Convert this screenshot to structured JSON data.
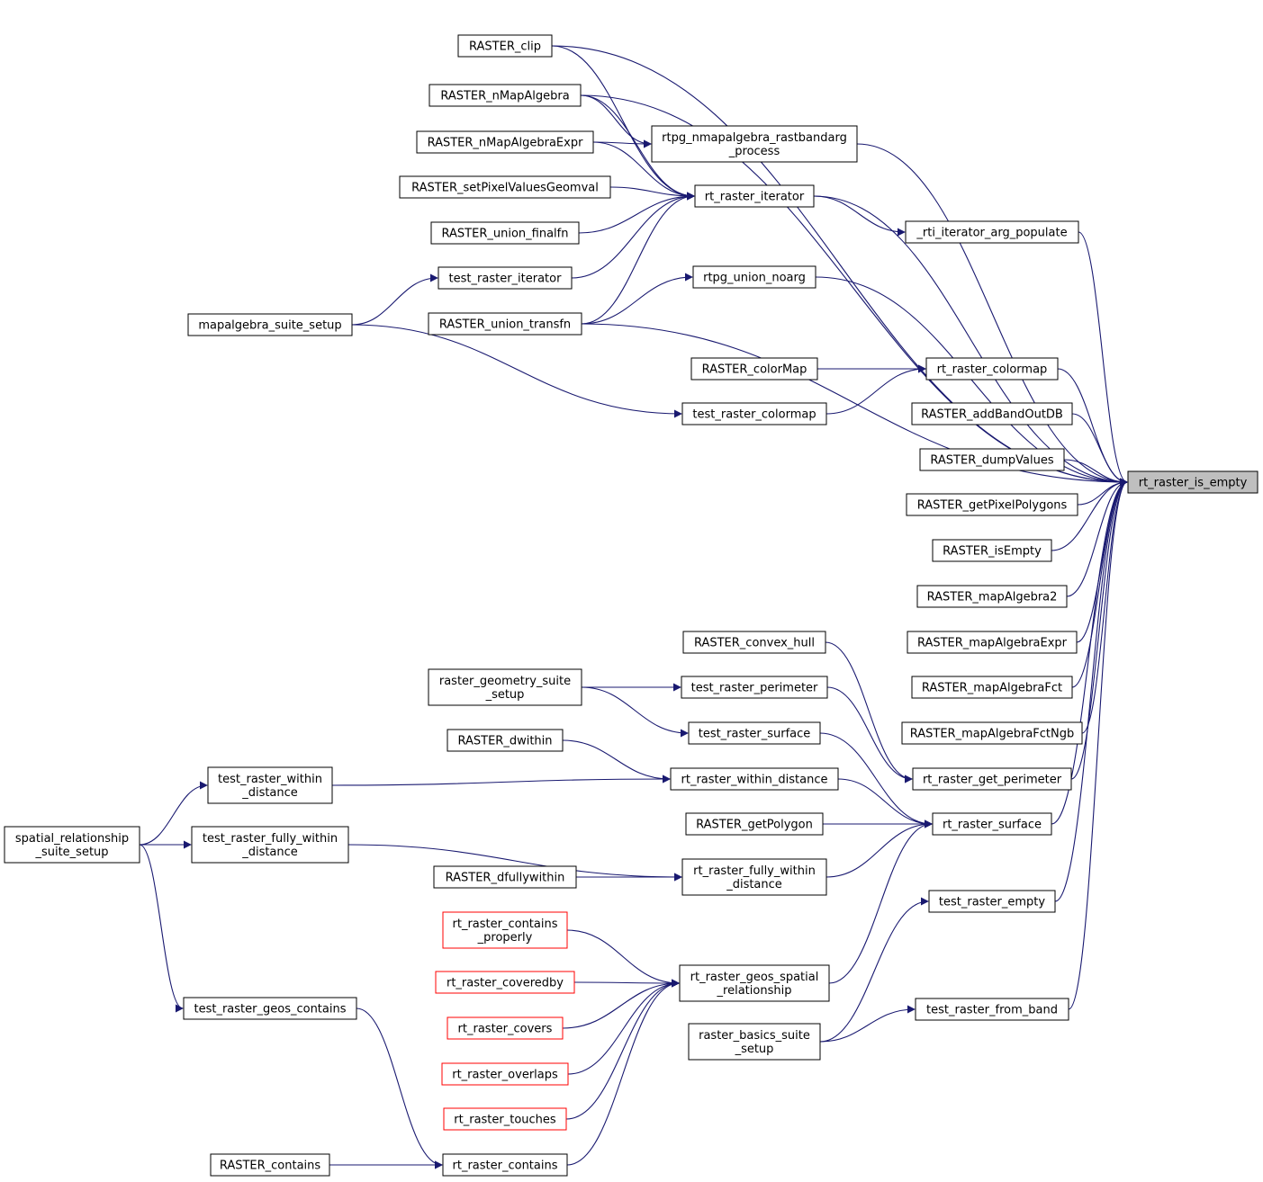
{
  "graph": {
    "nodes": [
      {
        "id": "is_empty",
        "lines": [
          "rt_raster_is_empty"
        ],
        "focus": true
      },
      {
        "id": "clip",
        "lines": [
          "RASTER_clip"
        ]
      },
      {
        "id": "nMapAlgebra",
        "lines": [
          "RASTER_nMapAlgebra"
        ]
      },
      {
        "id": "nMapAlgebraExpr",
        "lines": [
          "RASTER_nMapAlgebraExpr"
        ]
      },
      {
        "id": "setPixelValuesGeomval",
        "lines": [
          "RASTER_setPixelValuesGeomval"
        ]
      },
      {
        "id": "union_finalfn",
        "lines": [
          "RASTER_union_finalfn"
        ]
      },
      {
        "id": "test_raster_iterator",
        "lines": [
          "test_raster_iterator"
        ]
      },
      {
        "id": "union_transfn",
        "lines": [
          "RASTER_union_transfn"
        ]
      },
      {
        "id": "mapalgebra_suite_setup",
        "lines": [
          "mapalgebra_suite_setup"
        ]
      },
      {
        "id": "rastbandarg",
        "lines": [
          "rtpg_nmapalgebra_rastbandarg",
          "_process"
        ]
      },
      {
        "id": "rt_raster_iterator",
        "lines": [
          "rt_raster_iterator"
        ]
      },
      {
        "id": "rtpg_union_noarg",
        "lines": [
          "rtpg_union_noarg"
        ]
      },
      {
        "id": "rti_iterator_arg_populate",
        "lines": [
          "_rti_iterator_arg_populate"
        ]
      },
      {
        "id": "colorMap",
        "lines": [
          "RASTER_colorMap"
        ]
      },
      {
        "id": "rt_raster_colormap",
        "lines": [
          "rt_raster_colormap"
        ]
      },
      {
        "id": "test_raster_colormap",
        "lines": [
          "test_raster_colormap"
        ]
      },
      {
        "id": "addBandOutDB",
        "lines": [
          "RASTER_addBandOutDB"
        ]
      },
      {
        "id": "dumpValues",
        "lines": [
          "RASTER_dumpValues"
        ]
      },
      {
        "id": "getPixelPolygons",
        "lines": [
          "RASTER_getPixelPolygons"
        ]
      },
      {
        "id": "isEmpty",
        "lines": [
          "RASTER_isEmpty"
        ]
      },
      {
        "id": "mapAlgebra2",
        "lines": [
          "RASTER_mapAlgebra2"
        ]
      },
      {
        "id": "mapAlgebraExpr",
        "lines": [
          "RASTER_mapAlgebraExpr"
        ]
      },
      {
        "id": "mapAlgebraFct",
        "lines": [
          "RASTER_mapAlgebraFct"
        ]
      },
      {
        "id": "mapAlgebraFctNgb",
        "lines": [
          "RASTER_mapAlgebraFctNgb"
        ]
      },
      {
        "id": "rt_raster_get_perimeter",
        "lines": [
          "rt_raster_get_perimeter"
        ]
      },
      {
        "id": "rt_raster_surface",
        "lines": [
          "rt_raster_surface"
        ]
      },
      {
        "id": "test_raster_empty",
        "lines": [
          "test_raster_empty"
        ]
      },
      {
        "id": "test_raster_from_band",
        "lines": [
          "test_raster_from_band"
        ]
      },
      {
        "id": "convex_hull",
        "lines": [
          "RASTER_convex_hull"
        ]
      },
      {
        "id": "raster_geometry_suite_setup",
        "lines": [
          "raster_geometry_suite",
          "_setup"
        ]
      },
      {
        "id": "test_raster_perimeter",
        "lines": [
          "test_raster_perimeter"
        ]
      },
      {
        "id": "test_raster_surface",
        "lines": [
          "test_raster_surface"
        ]
      },
      {
        "id": "dwithin",
        "lines": [
          "RASTER_dwithin"
        ]
      },
      {
        "id": "rt_raster_within_distance",
        "lines": [
          "rt_raster_within_distance"
        ]
      },
      {
        "id": "test_raster_within_distance",
        "lines": [
          "test_raster_within",
          "_distance"
        ]
      },
      {
        "id": "spatial_relationship_suite_setup",
        "lines": [
          "spatial_relationship",
          "_suite_setup"
        ]
      },
      {
        "id": "test_raster_fully_within_distance",
        "lines": [
          "test_raster_fully_within",
          "_distance"
        ]
      },
      {
        "id": "getPolygon",
        "lines": [
          "RASTER_getPolygon"
        ]
      },
      {
        "id": "rt_raster_fully_within_distance",
        "lines": [
          "rt_raster_fully_within",
          "_distance"
        ]
      },
      {
        "id": "dfullywithin",
        "lines": [
          "RASTER_dfullywithin"
        ]
      },
      {
        "id": "contains_properly",
        "lines": [
          "rt_raster_contains",
          "_properly"
        ],
        "red": true
      },
      {
        "id": "coveredby",
        "lines": [
          "rt_raster_coveredby"
        ],
        "red": true
      },
      {
        "id": "covers",
        "lines": [
          "rt_raster_covers"
        ],
        "red": true
      },
      {
        "id": "overlaps",
        "lines": [
          "rt_raster_overlaps"
        ],
        "red": true
      },
      {
        "id": "touches",
        "lines": [
          "rt_raster_touches"
        ],
        "red": true
      },
      {
        "id": "rt_raster_contains",
        "lines": [
          "rt_raster_contains"
        ]
      },
      {
        "id": "RASTER_contains",
        "lines": [
          "RASTER_contains"
        ]
      },
      {
        "id": "geos_spatial_relationship",
        "lines": [
          "rt_raster_geos_spatial",
          "_relationship"
        ]
      },
      {
        "id": "test_raster_geos_contains",
        "lines": [
          "test_raster_geos_contains"
        ]
      },
      {
        "id": "raster_basics_suite_setup",
        "lines": [
          "raster_basics_suite",
          "_setup"
        ]
      }
    ],
    "edges": [
      [
        "clip",
        "is_empty"
      ],
      [
        "nMapAlgebra",
        "is_empty"
      ],
      [
        "rastbandarg",
        "is_empty"
      ],
      [
        "rt_raster_iterator",
        "is_empty"
      ],
      [
        "rti_iterator_arg_populate",
        "is_empty"
      ],
      [
        "rtpg_union_noarg",
        "is_empty"
      ],
      [
        "union_transfn",
        "is_empty"
      ],
      [
        "rt_raster_colormap",
        "is_empty"
      ],
      [
        "addBandOutDB",
        "is_empty"
      ],
      [
        "dumpValues",
        "is_empty"
      ],
      [
        "getPixelPolygons",
        "is_empty"
      ],
      [
        "isEmpty",
        "is_empty"
      ],
      [
        "mapAlgebra2",
        "is_empty"
      ],
      [
        "mapAlgebraExpr",
        "is_empty"
      ],
      [
        "mapAlgebraFct",
        "is_empty"
      ],
      [
        "mapAlgebraFctNgb",
        "is_empty"
      ],
      [
        "rt_raster_get_perimeter",
        "is_empty"
      ],
      [
        "rt_raster_surface",
        "is_empty"
      ],
      [
        "test_raster_empty",
        "is_empty"
      ],
      [
        "test_raster_from_band",
        "is_empty"
      ],
      [
        "clip",
        "rt_raster_iterator"
      ],
      [
        "nMapAlgebra",
        "rt_raster_iterator"
      ],
      [
        "nMapAlgebra",
        "rastbandarg"
      ],
      [
        "nMapAlgebraExpr",
        "rastbandarg"
      ],
      [
        "nMapAlgebraExpr",
        "rt_raster_iterator"
      ],
      [
        "setPixelValuesGeomval",
        "rt_raster_iterator"
      ],
      [
        "union_finalfn",
        "rt_raster_iterator"
      ],
      [
        "test_raster_iterator",
        "rt_raster_iterator"
      ],
      [
        "union_transfn",
        "rt_raster_iterator"
      ],
      [
        "union_transfn",
        "rtpg_union_noarg"
      ],
      [
        "rt_raster_iterator",
        "rti_iterator_arg_populate"
      ],
      [
        "mapalgebra_suite_setup",
        "test_raster_iterator"
      ],
      [
        "mapalgebra_suite_setup",
        "test_raster_colormap"
      ],
      [
        "colorMap",
        "rt_raster_colormap"
      ],
      [
        "test_raster_colormap",
        "rt_raster_colormap"
      ],
      [
        "convex_hull",
        "rt_raster_get_perimeter"
      ],
      [
        "test_raster_perimeter",
        "rt_raster_get_perimeter"
      ],
      [
        "raster_geometry_suite_setup",
        "test_raster_perimeter"
      ],
      [
        "raster_geometry_suite_setup",
        "test_raster_surface"
      ],
      [
        "test_raster_surface",
        "rt_raster_surface"
      ],
      [
        "rt_raster_within_distance",
        "rt_raster_surface"
      ],
      [
        "getPolygon",
        "rt_raster_surface"
      ],
      [
        "rt_raster_fully_within_distance",
        "rt_raster_surface"
      ],
      [
        "geos_spatial_relationship",
        "rt_raster_surface"
      ],
      [
        "dwithin",
        "rt_raster_within_distance"
      ],
      [
        "test_raster_within_distance",
        "rt_raster_within_distance"
      ],
      [
        "spatial_relationship_suite_setup",
        "test_raster_within_distance"
      ],
      [
        "spatial_relationship_suite_setup",
        "test_raster_fully_within_distance"
      ],
      [
        "spatial_relationship_suite_setup",
        "test_raster_geos_contains"
      ],
      [
        "test_raster_fully_within_distance",
        "rt_raster_fully_within_distance"
      ],
      [
        "dfullywithin",
        "rt_raster_fully_within_distance"
      ],
      [
        "contains_properly",
        "geos_spatial_relationship"
      ],
      [
        "coveredby",
        "geos_spatial_relationship"
      ],
      [
        "covers",
        "geos_spatial_relationship"
      ],
      [
        "overlaps",
        "geos_spatial_relationship"
      ],
      [
        "touches",
        "geos_spatial_relationship"
      ],
      [
        "rt_raster_contains",
        "geos_spatial_relationship"
      ],
      [
        "RASTER_contains",
        "rt_raster_contains"
      ],
      [
        "test_raster_geos_contains",
        "rt_raster_contains"
      ],
      [
        "raster_basics_suite_setup",
        "test_raster_empty"
      ],
      [
        "raster_basics_suite_setup",
        "test_raster_from_band"
      ]
    ]
  }
}
